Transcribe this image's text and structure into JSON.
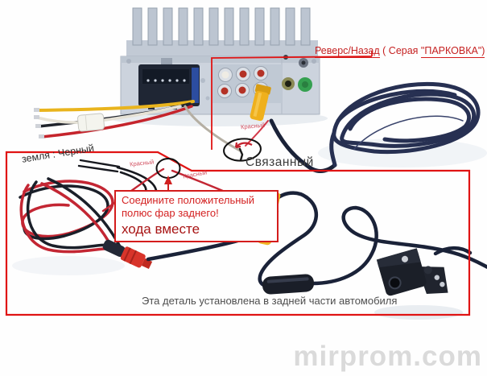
{
  "image_type": "wiring-photo-diagram",
  "subject": "rear-view camera connection to car head unit",
  "colors": {
    "annotation_red": "#e01414",
    "label_red": "#c52020",
    "note_red": "#d42222",
    "note_dark_red": "#a81414",
    "wire_yellow": "#e9b41d",
    "wire_black": "#20242c",
    "wire_red": "#c5242c",
    "cable_navy": "#273052",
    "rca_yellow": "#efb01c",
    "unit_gray": "#c9d0da",
    "green_port": "#35a050",
    "caption_gray": "#4e4e4e",
    "watermark_gray": "#dadada"
  },
  "annotations": {
    "reverse_part1": "Реверс/Назад",
    "reverse_part2": " ( Серая ",
    "reverse_part3": "\"ПАРКОВКА\")",
    "krasny_top": "Красный",
    "svyazanny": "Связанный",
    "zemlya": "земля : Черный",
    "krasny_left": "Красный",
    "krasny_right": "Красный",
    "note_line1": "Соедините положительный",
    "note_line2": "полюс фар заднего!",
    "note_line3": "хода вместе",
    "bottom_caption": "Эта деталь установлена в задней части автомобиля"
  },
  "watermark": "mirprom.com"
}
